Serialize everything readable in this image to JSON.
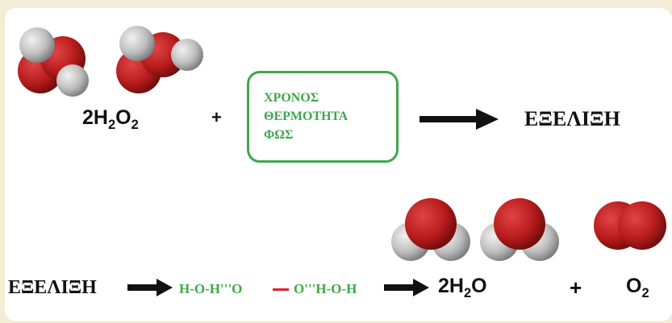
{
  "reaction1": {
    "reactant_coef": "2H",
    "reactant_sub1": "2",
    "reactant_el2": "O",
    "reactant_sub2": "2",
    "plus": "+",
    "conditions": [
      "ΧΡΟΝΟΣ",
      "ΘΕΡΜΟΤΗΤΑ",
      "ΦΩΣ"
    ],
    "product": "ΕΞΕΛΙΞΗ"
  },
  "reaction2": {
    "start": "ΕΞΕΛΙΞΗ",
    "structure_left": "H-O-H'''O",
    "structure_right": "O'''H-O-H",
    "water_coef": "2H",
    "water_sub": "2",
    "water_el": "O",
    "plus": "+",
    "oxygen_el": "O",
    "oxygen_sub": "2"
  },
  "colors": {
    "green": "#3da84a",
    "red_bond": "#d9232b",
    "oxygen_atom": "#b81c1c",
    "hydrogen_atom": "#bdbdbd",
    "arrow": "#111111"
  }
}
